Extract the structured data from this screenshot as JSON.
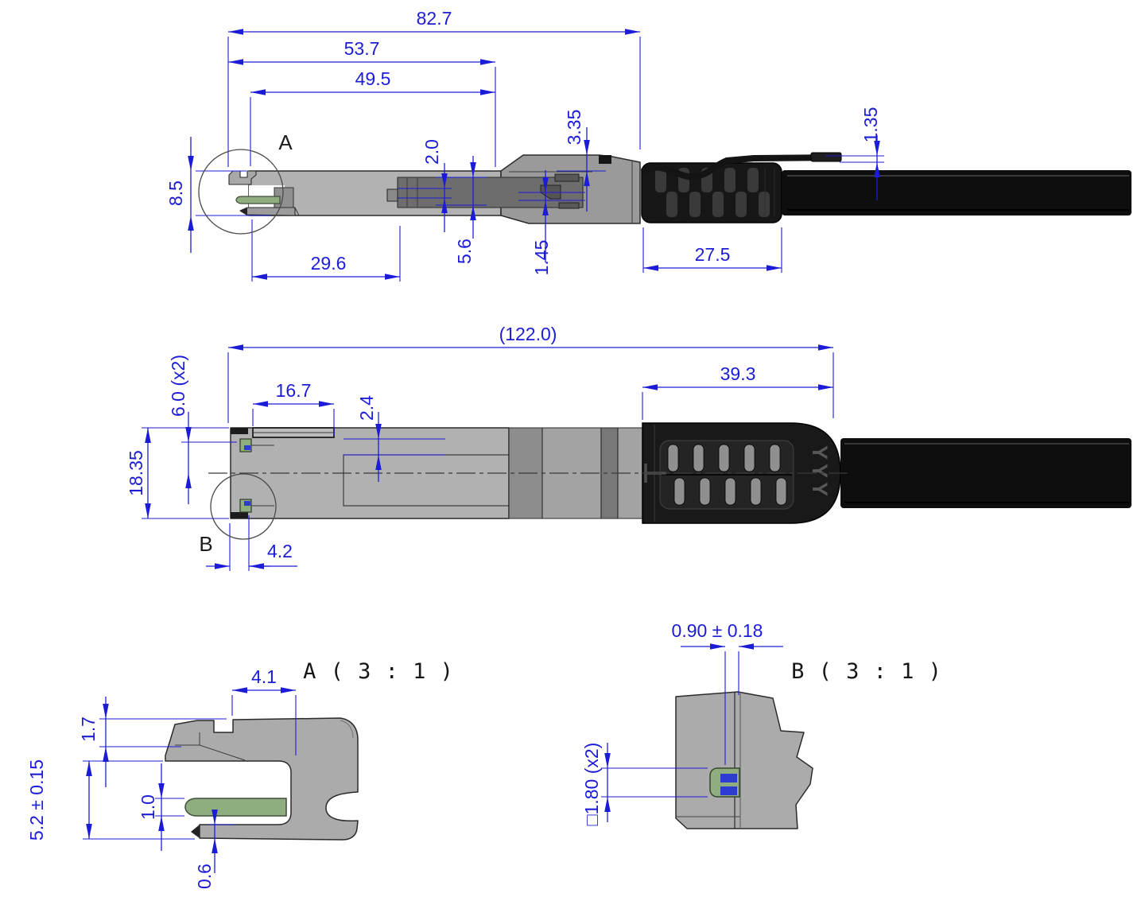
{
  "colors": {
    "dimension_blue": "#1c1cd6",
    "outline_dark": "#2b2b2b",
    "body_gray_light": "#b2b2b2",
    "body_gray_mid": "#9a9a9a",
    "body_gray_dark": "#6d6d6d",
    "plastic_black": "#171717",
    "contact_green": "#8fae80",
    "contact_blue": "#2e3cd4"
  },
  "side_view": {
    "detail_marker": "A",
    "dims": {
      "overall_length": "82.7",
      "length_to_taper": "53.7",
      "body_length": "49.5",
      "pin_gap": "2.0",
      "shell_step": "3.35",
      "tab_thickness": "1.35",
      "front_height": "8.5",
      "nose_length": "29.6",
      "cage_height": "5.6",
      "latch_step": "1.45",
      "boot_length": "27.5"
    }
  },
  "plan_view": {
    "detail_marker": "B",
    "boot_marking": "YYY",
    "dims": {
      "overall_length": "(122.0)",
      "boot_length": "39.3",
      "latch_offset": "6.0 (x2)",
      "body_width": "18.35",
      "slider_length": "16.7",
      "plate_offset": "2.4",
      "latch_inset": "4.2"
    }
  },
  "detail_a": {
    "title": "A ( 3 : 1 )",
    "dims": {
      "tab_width": "4.1",
      "tab_height": "1.7",
      "opening_height": "5.2 ± 0.15",
      "pin_thickness": "1.0",
      "lip_thickness": "0.6"
    }
  },
  "detail_b": {
    "title": "B ( 3 : 1 )",
    "dims": {
      "latch_width": "0.90 ± 0.18",
      "latch_square": "□1.80 (x2)"
    }
  }
}
